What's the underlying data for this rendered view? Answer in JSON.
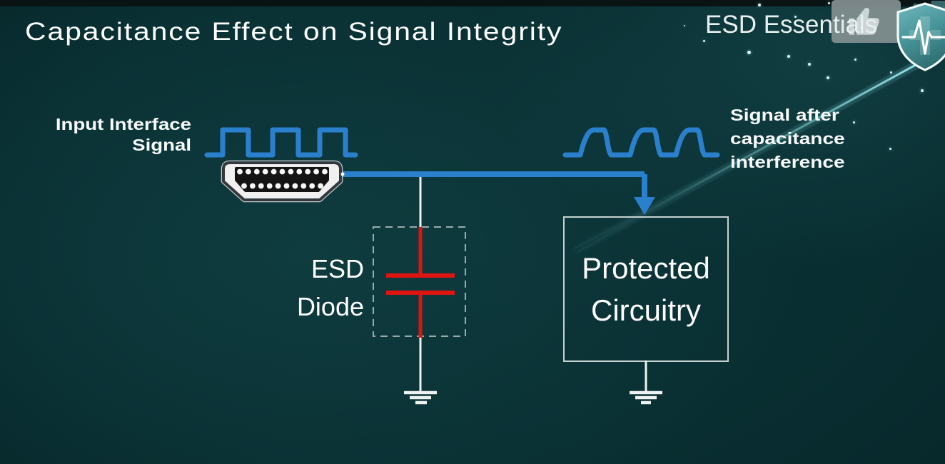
{
  "slide": {
    "title": "Capacitance Effect on Signal Integrity",
    "brand": "ESD Essentials"
  },
  "diagram": {
    "input_label": {
      "line1": "Input Interface",
      "line2": "Signal"
    },
    "output_label": {
      "line1": "Signal after",
      "line2": "capacitance",
      "line3": "interference"
    },
    "esd_label": {
      "line1": "ESD",
      "line2": "Diode"
    },
    "protected_box": {
      "line1": "Protected",
      "line2": "Circuitry"
    },
    "colors": {
      "signal_blue": "#2b80cd",
      "diode_red": "#de1411",
      "wire_white": "#eef2f2",
      "background_teal": "#0a3134"
    }
  },
  "overlay": {
    "like_icon": "thumbs-up",
    "logo_icon": "shield-with-pulse"
  }
}
